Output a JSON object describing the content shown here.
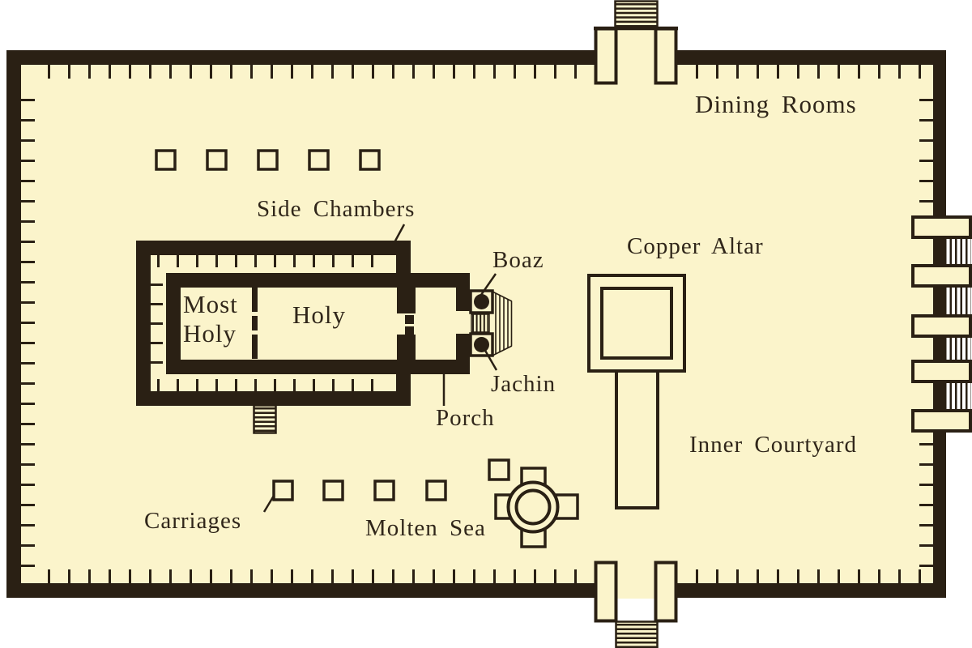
{
  "diagram": {
    "type": "floor-plan",
    "subject": "Temple with inner courtyard",
    "colors": {
      "page_background": "#ffffff",
      "courtyard_fill": "#fbf4cb",
      "wall_ink": "#2a2014",
      "label_text": "#30261a"
    },
    "labels": {
      "dining_rooms": "Dining Rooms",
      "side_chambers": "Side Chambers",
      "boaz": "Boaz",
      "copper_altar": "Copper Altar",
      "most_holy": "Most Holy",
      "holy": "Holy",
      "jachin": "Jachin",
      "porch": "Porch",
      "inner_courtyard": "Inner Courtyard",
      "carriages": "Carriages",
      "molten_sea": "Molten Sea"
    }
  }
}
